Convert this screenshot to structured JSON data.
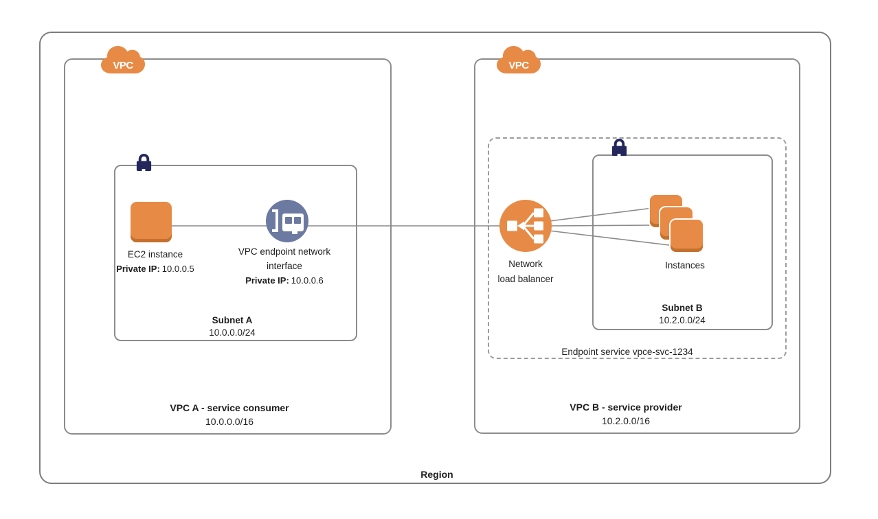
{
  "diagram": {
    "region": {
      "label": "Region"
    },
    "vpc_a": {
      "cloud_label": "VPC",
      "title": "VPC A - service consumer",
      "cidr": "10.0.0.0/16",
      "subnet": {
        "title": "Subnet A",
        "cidr": "10.0.0.0/24"
      },
      "ec2": {
        "label": "EC2 instance",
        "ip_label": "Private IP:",
        "ip_value": "10.0.0.5"
      },
      "eni": {
        "label_line1": "VPC endpoint network",
        "label_line2": "interface",
        "ip_label": "Private IP:",
        "ip_value": "10.0.0.6"
      }
    },
    "vpc_b": {
      "cloud_label": "VPC",
      "title": "VPC B - service provider",
      "cidr": "10.2.0.0/16",
      "endpoint_service_label": "Endpoint service vpce-svc-1234",
      "subnet": {
        "title": "Subnet B",
        "cidr": "10.2.0.0/24"
      },
      "nlb": {
        "label_line1": "Network",
        "label_line2": "load balancer"
      },
      "instances": {
        "label": "Instances"
      }
    },
    "icons": {
      "vpc_cloud": "vpc-cloud-icon",
      "subnet_lock": "lock-icon",
      "ec2": "ec2-instance-icon",
      "eni": "network-interface-icon",
      "nlb": "network-load-balancer-icon",
      "instances": "instances-stack-icon"
    }
  },
  "colors": {
    "orange": "#E78A45",
    "orange_shade": "#C4702F",
    "slate_blue": "#6C79A0",
    "navy": "#23275B",
    "border_gray": "#8C8C8C",
    "region_gray": "#7D7D7D",
    "dash_gray": "#9C9C9C",
    "line_gray": "#8A8A8A",
    "text": "#1E1E1E"
  }
}
